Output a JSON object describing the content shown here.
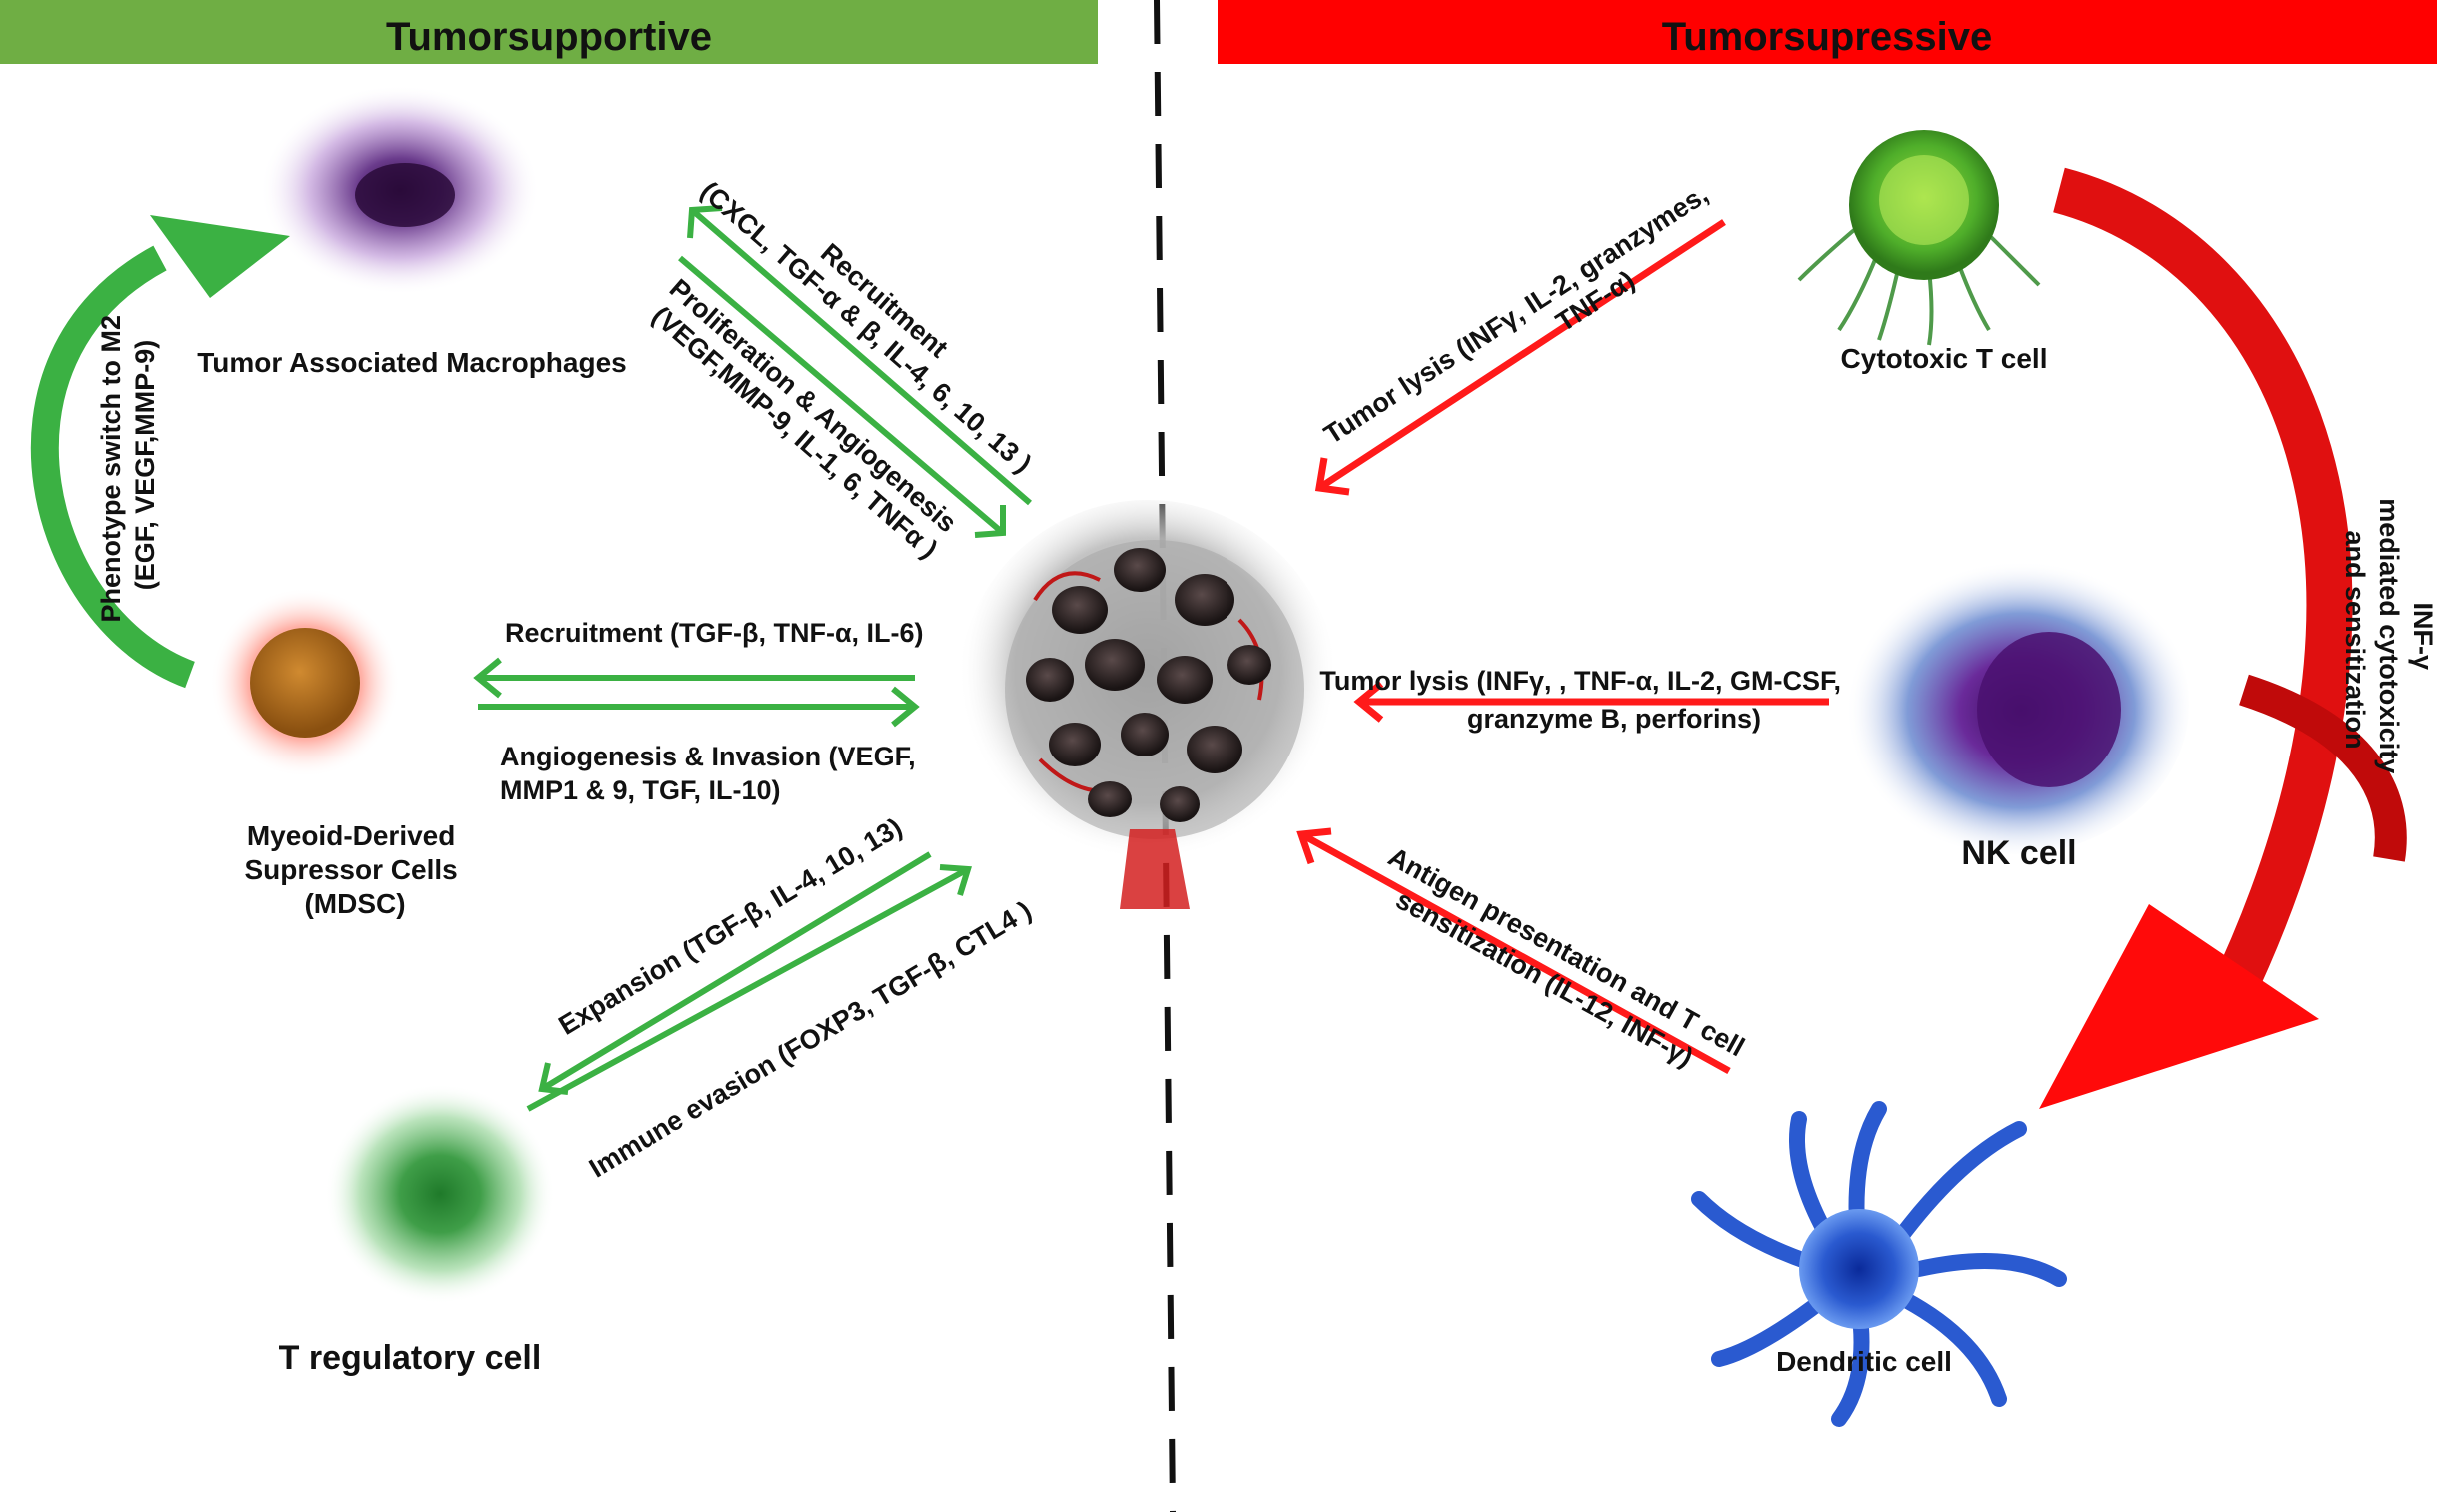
{
  "headers": {
    "left": "Tumorsupportive",
    "right": "Tumorsupressive",
    "left_color": "#6fae44",
    "right_color": "#ff0000"
  },
  "colors": {
    "supportive_arrow": "#3bb143",
    "suppressive_arrow": "#ff1a1a"
  },
  "cells": {
    "tam": "Tumor Associated Macrophages",
    "mdsc": [
      "Myeoid-Derived",
      "Supressor Cells",
      "(MDSC)"
    ],
    "treg": "T regulatory cell",
    "ctl": "Cytotoxic T cell",
    "nk": "NK cell",
    "dc": "Dendritic cell",
    "tumor_icon": "tumor-mass-icon"
  },
  "annotations": {
    "phenotype": [
      "Phenotype switch to M2",
      "(EGF, VEGF,MMP-9)"
    ],
    "tam_recruitment": [
      "Recruitment",
      "(CXCL, TGF-α & β, IL-4, 6, 10, 13 )"
    ],
    "tam_prolif": [
      "Proliferation & Angiogenesis",
      "(VEGF,MMP-9, IL-1, 6, TNFα )"
    ],
    "mdsc_recruitment": "Recruitment (TGF-β, TNF-α, IL-6)",
    "mdsc_angio": [
      "Angiogenesis & Invasion (VEGF,",
      "MMP1 & 9, TGF, IL-10)"
    ],
    "treg_expansion": "Expansion (TGF-β, IL-4, 10, 13)",
    "treg_evasion": "Immune evasion (FOXP3, TGF-β, CTL4 )",
    "ctl_lysis": [
      "Tumor lysis (INFγ, IL-2, granzymes,",
      "TNF-α)"
    ],
    "nk_lysis": [
      "Tumor lysis (INFγ, , TNF-α, IL-2, GM-CSF,",
      "granzyme B, perforins)"
    ],
    "dc_antigen": [
      "Antigen presentation and T cell",
      "sensitization (IL-12, INF-γ)"
    ],
    "infg": [
      "INF-γ",
      "mediated cytotoxicity",
      "and sensitization"
    ]
  }
}
